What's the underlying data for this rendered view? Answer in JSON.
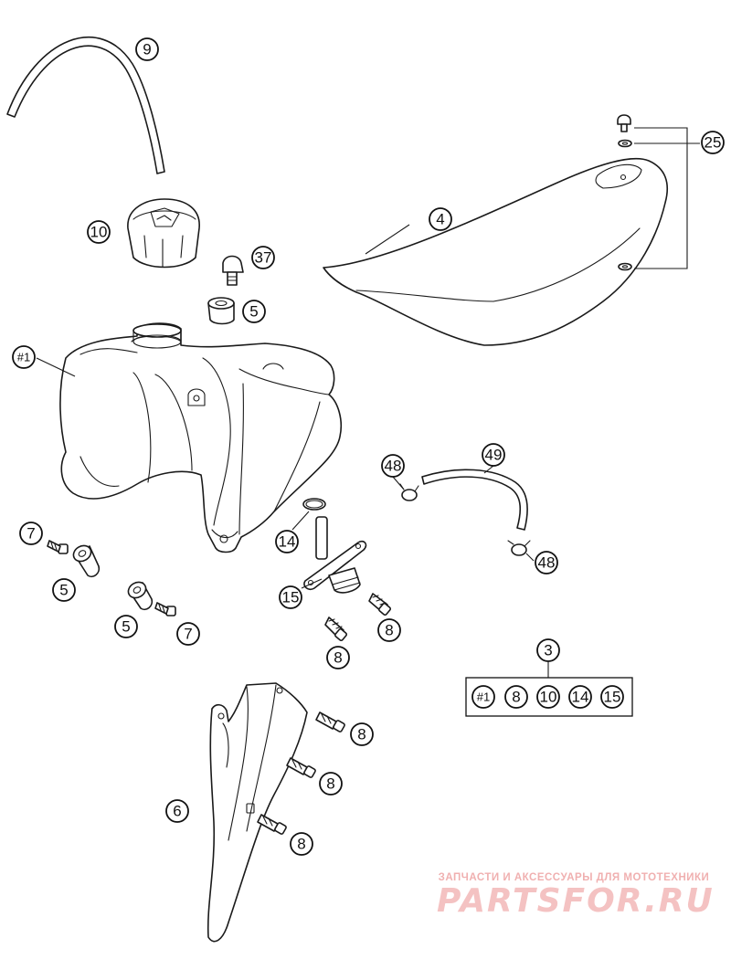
{
  "callouts": {
    "c9": "9",
    "c10": "10",
    "c37": "37",
    "c5a": "5",
    "c4": "4",
    "c25": "25",
    "c1": "#1",
    "c48a": "48",
    "c49": "49",
    "c48b": "48",
    "c14": "14",
    "c15": "15",
    "c7a": "7",
    "c5b": "5",
    "c5c": "5",
    "c7b": "7",
    "c8a": "8",
    "c8b": "8",
    "c3": "3",
    "c8c": "8",
    "c8d": "8",
    "c8e": "8",
    "c6": "6"
  },
  "kit": {
    "label": "3",
    "contents": [
      "#1",
      "8",
      "10",
      "14",
      "15"
    ]
  },
  "watermark": {
    "subtitle": "ЗАПЧАСТИ И АКСЕССУАРЫ ДЛЯ МОТОТЕХНИКИ",
    "brand": "PARTSFOR.RU"
  }
}
